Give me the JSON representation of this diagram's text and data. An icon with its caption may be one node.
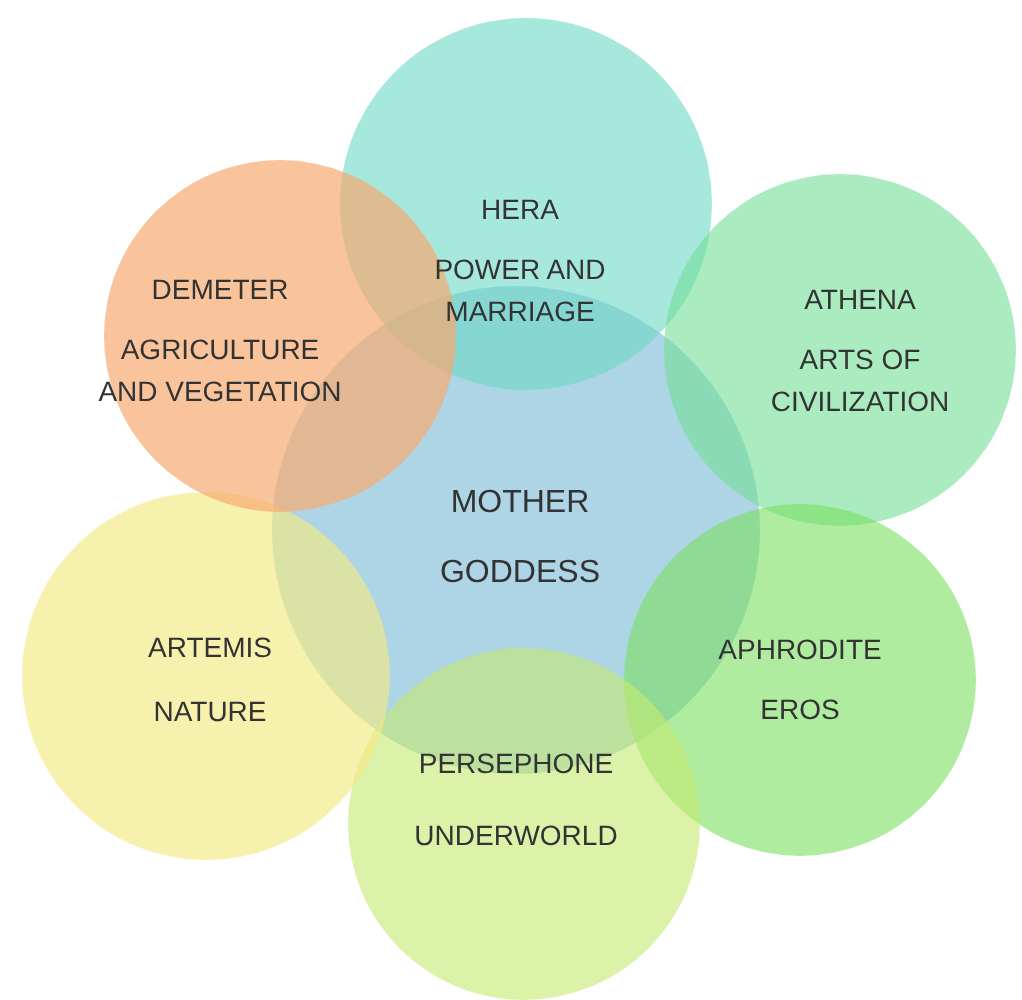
{
  "diagram": {
    "nodes": [
      {
        "text": [
          "MOTHER",
          "GODDESS"
        ]
      },
      {
        "text": [
          "HERA",
          "POWER AND MARRIAGE"
        ]
      },
      {
        "text": [
          "ATHENA",
          "ARTS OF CIVILIZATION"
        ]
      },
      {
        "text": [
          "APHRODITE",
          "EROS"
        ]
      },
      {
        "text": [
          "PERSEPHONE",
          "UNDERWORLD"
        ]
      },
      {
        "text": [
          "ARTEMIS",
          "NATURE"
        ]
      },
      {
        "text": [
          "DEMETER",
          "AGRICULTURE AND VEGETATION"
        ]
      }
    ]
  }
}
